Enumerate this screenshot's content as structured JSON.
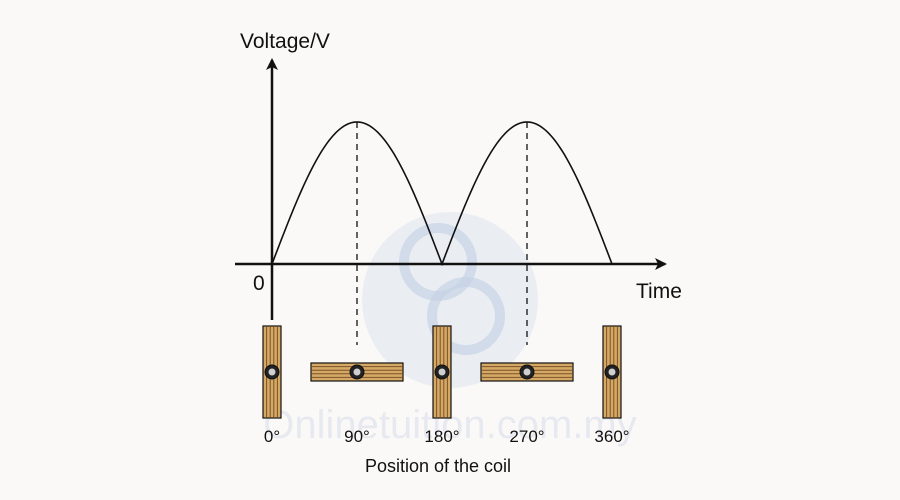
{
  "diagram": {
    "y_axis_label": "Voltage/V",
    "x_axis_label": "Time",
    "origin_label": "0",
    "caption": "Position of the coil",
    "watermark": "Onlinetuition.com.my",
    "waveform": {
      "type": "full-wave rectified sine",
      "peaks_at_degrees": [
        90,
        270
      ],
      "zeros_at_degrees": [
        0,
        180,
        360
      ]
    },
    "coil_positions": [
      {
        "angle": 0,
        "label": "0°",
        "orientation": "vertical"
      },
      {
        "angle": 90,
        "label": "90°",
        "orientation": "horizontal"
      },
      {
        "angle": 180,
        "label": "180°",
        "orientation": "vertical"
      },
      {
        "angle": 270,
        "label": "270°",
        "orientation": "horizontal"
      },
      {
        "angle": 360,
        "label": "360°",
        "orientation": "vertical"
      }
    ],
    "colors": {
      "line": "#111111",
      "coil_fill": "#d6a866",
      "coil_stripe": "#7a5326",
      "watermark": "#c9d6e6"
    }
  }
}
